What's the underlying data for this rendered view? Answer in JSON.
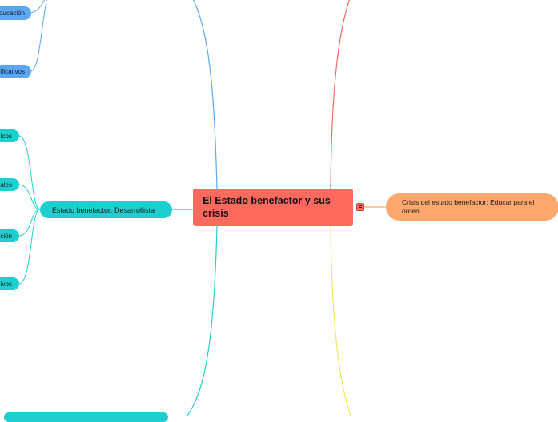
{
  "root": {
    "title": "El Estado benefactor y sus crisis"
  },
  "left_branches": {
    "upper": {
      "children": [
        {
          "label": "ducación"
        },
        {
          "label": "ificativos"
        }
      ]
    },
    "middle": {
      "label": "Estado benefactor: Desarrollista",
      "children": [
        {
          "label": "icos"
        },
        {
          "label": "ales"
        },
        {
          "label": "ción"
        },
        {
          "label": "ivos"
        }
      ]
    }
  },
  "right_branches": {
    "middle": {
      "label": "Crisis del estado benefactor: Educar para el orden"
    }
  },
  "colors": {
    "root": "#ff6a5e",
    "blue_branch": "#5ba7f2",
    "teal_branch": "#1fcfd0",
    "orange_branch": "#ffa86e",
    "red_line": "#ee6b64",
    "yellow_line": "#f3e85a"
  }
}
